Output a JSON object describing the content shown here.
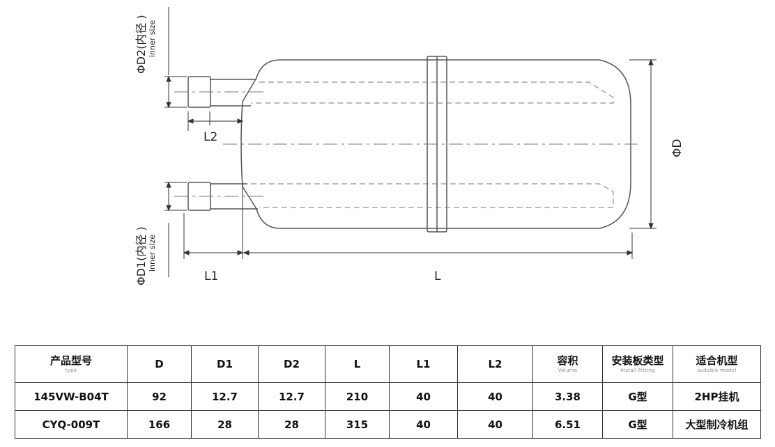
{
  "diagram": {
    "labels": {
      "d2": "ΦD2(内径 )",
      "d2_sub": "inner size",
      "d1": "ΦD1(内径 )",
      "d1_sub": "inner size",
      "d": "ΦD",
      "l2": "L2",
      "l1": "L1",
      "l": "L"
    }
  },
  "table": {
    "headers": [
      {
        "main": "产品型号",
        "sub": "type"
      },
      {
        "main": "D",
        "sub": ""
      },
      {
        "main": "D1",
        "sub": ""
      },
      {
        "main": "D2",
        "sub": ""
      },
      {
        "main": "L",
        "sub": ""
      },
      {
        "main": "L1",
        "sub": ""
      },
      {
        "main": "L2",
        "sub": ""
      },
      {
        "main": "容积",
        "sub": "Volume"
      },
      {
        "main": "安装板类型",
        "sub": "Install  Fitting"
      },
      {
        "main": "适合机型",
        "sub": "suitable model"
      }
    ],
    "rows": [
      [
        "145VW-B04T",
        "92",
        "12.7",
        "12.7",
        "210",
        "40",
        "40",
        "3.38",
        "G型",
        "2HP挂机"
      ],
      [
        "CYQ-009T",
        "166",
        "28",
        "28",
        "315",
        "40",
        "40",
        "6.51",
        "G型",
        "大型制冷机组"
      ]
    ]
  }
}
